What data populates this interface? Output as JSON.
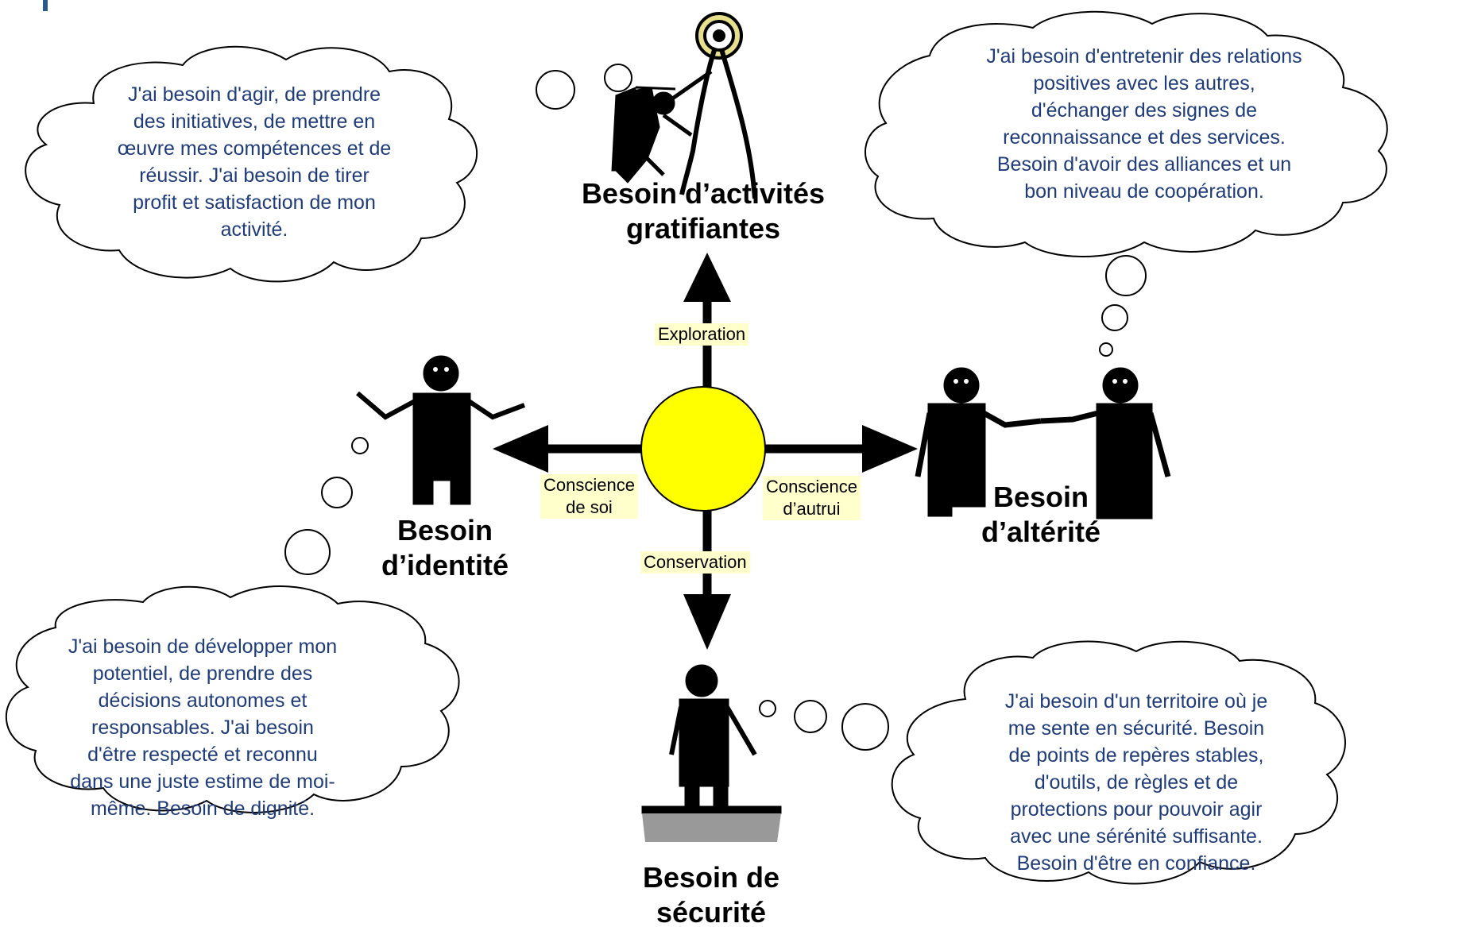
{
  "colors": {
    "cloud_text": "#1f3c7a",
    "center_circle": "#ffff00",
    "axis_label_bg": "#ffffcc",
    "figure": "#000000",
    "ground": "#999999"
  },
  "icons": [
    "mountain-climber-icon",
    "person-shrugging-icon",
    "handshake-people-icon",
    "person-standing-on-platform-icon",
    "summit-target-icon"
  ],
  "needs": {
    "activities": {
      "title": "Besoin d’activités\ngratifiantes"
    },
    "identity": {
      "title": "Besoin\nd’identité"
    },
    "alterity": {
      "title": "Besoin\nd’altérité"
    },
    "security": {
      "title": "Besoin de\nsécurité"
    }
  },
  "axis_labels": {
    "top": "Exploration",
    "left": "Conscience\nde soi",
    "right": "Conscience\nd’autrui",
    "bottom": "Conservation"
  },
  "clouds": {
    "activities": "J'ai besoin d'agir, de prendre\ndes initiatives, de mettre en\nœuvre mes compétences et de\nréussir. J'ai besoin de tirer\nprofit et satisfaction de mon\nactivité.",
    "alterity": "J'ai besoin d'entretenir des relations\npositives avec les autres,\nd'échanger des signes de\nreconnaissance et des services.\nBesoin d'avoir des alliances et un\nbon niveau de coopération.",
    "identity": "J'ai besoin de développer mon\npotentiel, de prendre des\ndécisions autonomes et\nresponsables. J'ai besoin\nd'être respecté et reconnu\ndans une juste estime de moi-\nmême. Besoin de dignité.",
    "security": "J'ai besoin d'un territoire où je\nme sente en sécurité. Besoin\nde points de repères stables,\nd'outils, de règles et de\nprotections pour pouvoir agir\navec une sérénité suffisante.\nBesoin d'être en confiance."
  }
}
